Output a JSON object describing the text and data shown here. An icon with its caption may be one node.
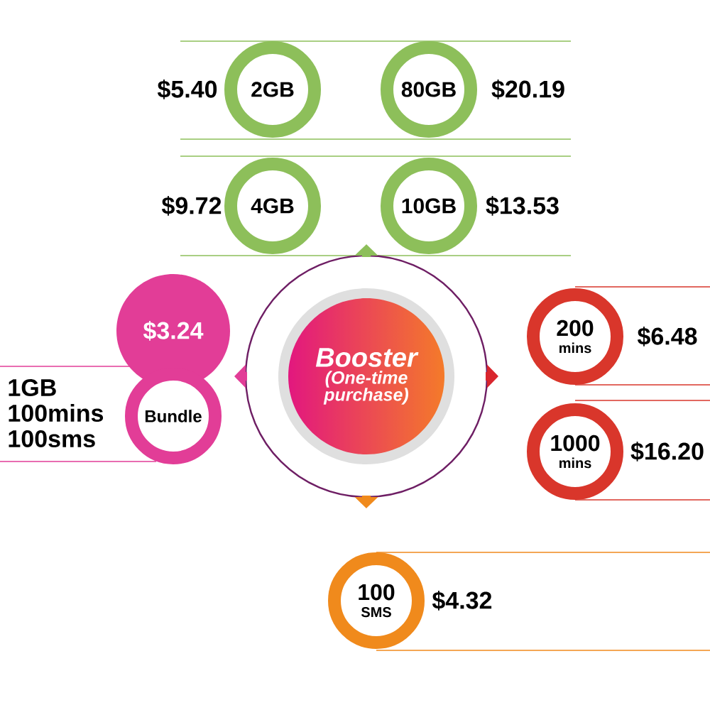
{
  "diagram": {
    "nodes": [
      {
        "text": [
          "2GB"
        ],
        "beside": [
          "$5.40"
        ]
      },
      {
        "text": [
          "80GB"
        ],
        "beside": [
          "$20.19"
        ]
      },
      {
        "text": [
          "4GB"
        ],
        "beside": [
          "$9.72"
        ]
      },
      {
        "text": [
          "10GB"
        ],
        "beside": [
          "$13.53"
        ]
      },
      {
        "text": [
          "$3.24"
        ]
      },
      {
        "text": [
          "Bundle"
        ]
      },
      {
        "text": [
          "Booster",
          "(One-time purchase)"
        ]
      },
      {
        "text": [
          "200",
          "mins"
        ],
        "beside": [
          "$6.48"
        ]
      },
      {
        "text": [
          "1000",
          "mins"
        ],
        "beside": [
          "$16.20"
        ]
      },
      {
        "text": [
          "100",
          "SMS"
        ],
        "beside": [
          "$4.32"
        ]
      }
    ],
    "edges": [
      {
        "from": 6,
        "to": null,
        "arrow": "to",
        "color": "#8dbf5a"
      },
      {
        "from": 6,
        "to": null,
        "arrow": "to",
        "color": "#d9262e"
      },
      {
        "from": 6,
        "to": null,
        "arrow": "to",
        "color": "#f08a1c"
      },
      {
        "from": 6,
        "to": null,
        "arrow": "to",
        "color": "#e23d97"
      }
    ],
    "labels": [
      "1GB 100mins 100sms"
    ]
  }
}
